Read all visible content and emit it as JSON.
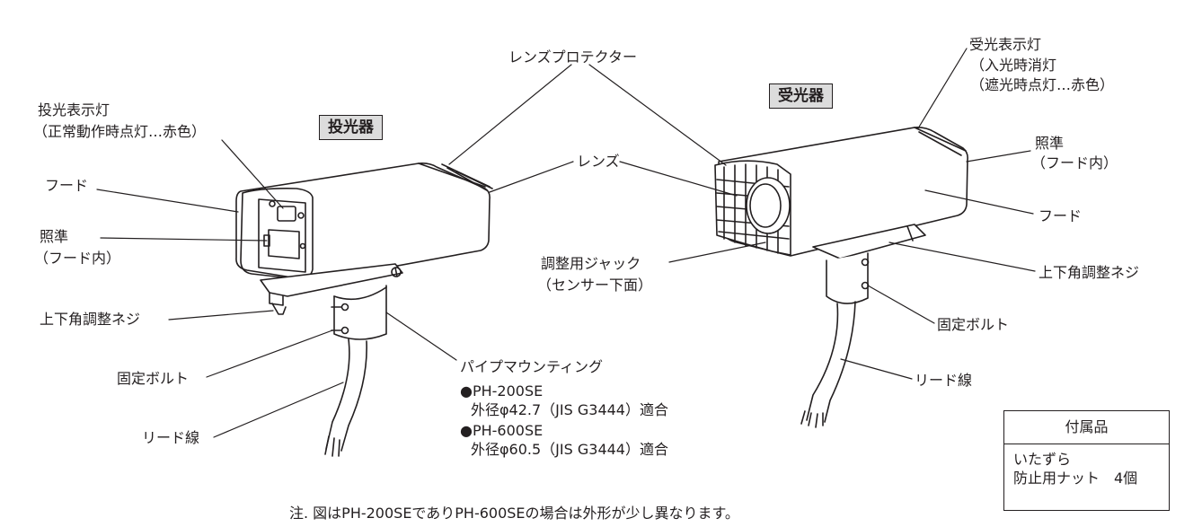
{
  "emitter": {
    "title": "投光器",
    "labels": {
      "indicator": "投光表示灯",
      "indicator_note": "（正常動作時点灯…赤色）",
      "hood": "フード",
      "sight": "照準",
      "sight_note": "（フード内）",
      "angle_screw": "上下角調整ネジ",
      "fixing_bolt": "固定ボルト",
      "lead_wire": "リード線"
    }
  },
  "receiver": {
    "title": "受光器",
    "labels": {
      "indicator": "受光表示灯",
      "indicator_note1": "入光時消灯",
      "indicator_note2": "遮光時点灯…赤色",
      "sight": "照準",
      "sight_note": "（フード内）",
      "hood": "フード",
      "angle_screw": "上下角調整ネジ",
      "fixing_bolt": "固定ボルト",
      "lead_wire": "リード線"
    }
  },
  "common": {
    "lens_protector": "レンズプロテクター",
    "lens": "レンズ",
    "jack": "調整用ジャック",
    "jack_note": "（センサー下面）",
    "pipe_mounting": "パイプマウンティング",
    "models": [
      {
        "name": "●PH-200SE",
        "spec": "外径φ42.7（JIS G3444）適合"
      },
      {
        "name": "●PH-600SE",
        "spec": "外径φ60.5（JIS G3444）適合"
      }
    ]
  },
  "accessory": {
    "header": "付属品",
    "line1": "いたずら",
    "line2": "防止用ナット　4個"
  },
  "note": "注. 図はPH-200SEでありPH-600SEの場合は外形が少し異なります。"
}
